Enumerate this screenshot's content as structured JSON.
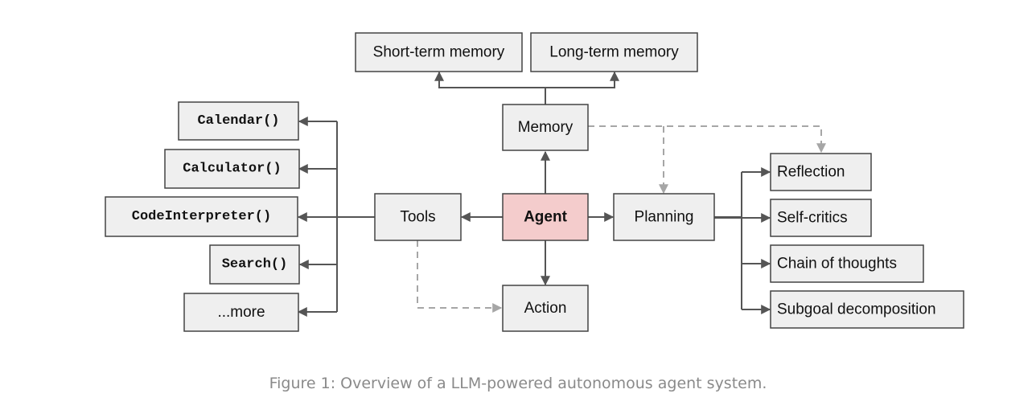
{
  "diagram": {
    "colors": {
      "node_fill": "#efefef",
      "agent_fill": "#f4cccc",
      "border": "#444444",
      "edge": "#555555",
      "dashed_edge": "#a6a6a6",
      "caption": "#8a8a8a"
    },
    "nodes": {
      "agent": "Agent",
      "memory": "Memory",
      "short_term_memory": "Short-term memory",
      "long_term_memory": "Long-term memory",
      "tools": "Tools",
      "action": "Action",
      "planning": "Planning",
      "calendar": "Calendar()",
      "calculator": "Calculator()",
      "code_interpreter": "CodeInterpreter()",
      "search": "Search()",
      "more": "...more",
      "reflection": "Reflection",
      "self_critics": "Self-critics",
      "chain_of_thoughts": "Chain of thoughts",
      "subgoal_decomposition": "Subgoal decomposition"
    }
  },
  "caption": "Figure 1: Overview of a LLM-powered autonomous agent system."
}
